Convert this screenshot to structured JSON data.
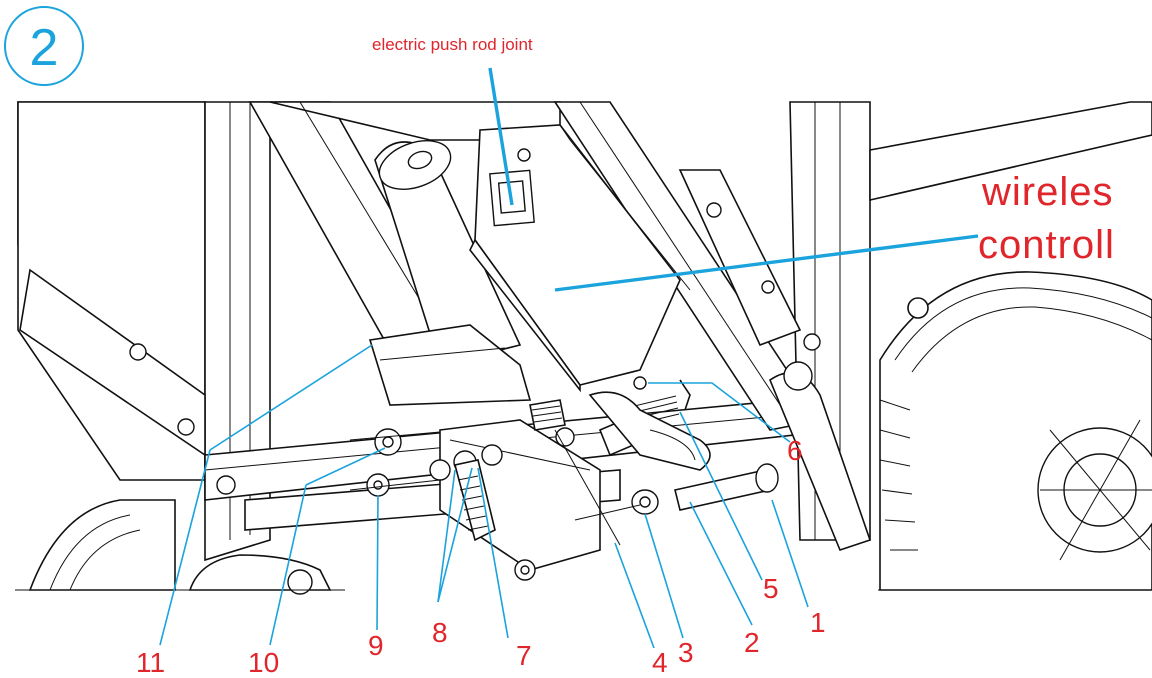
{
  "step_number": "2",
  "title_label": "electric push rod joint",
  "controller_label_line1": "wireles",
  "controller_label_line2": "controll",
  "part_labels": [
    "1",
    "2",
    "3",
    "4",
    "5",
    "6",
    "7",
    "8",
    "9",
    "10",
    "11"
  ],
  "colors": {
    "accent_blue": "#1aa3dc",
    "label_red": "#e0252b",
    "ink": "#111111",
    "background": "#ffffff"
  }
}
